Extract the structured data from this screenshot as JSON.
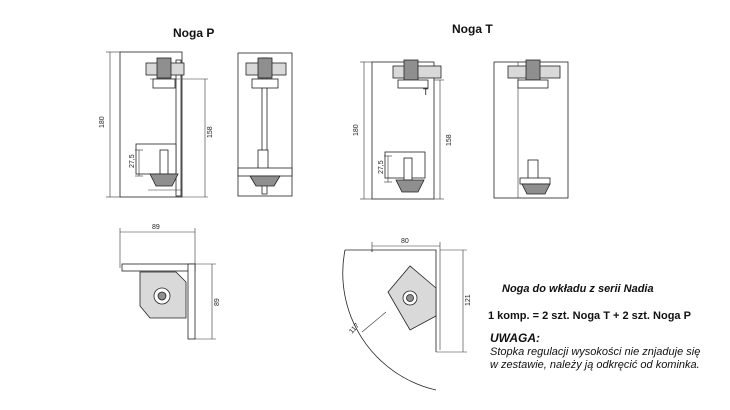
{
  "titles": {
    "noga_p": "Noga P",
    "noga_t": "Noga T"
  },
  "dimensions": {
    "p_height": "180",
    "p_inner": "158",
    "p_foot": "27,5",
    "t_height": "180",
    "t_inner": "158",
    "t_foot": "27,5",
    "p_top_width": "89",
    "p_top_depth": "89",
    "t_top_width": "80",
    "t_top_depth": "121",
    "t_radius": "117"
  },
  "labels": {
    "t_mark": "T"
  },
  "notes": {
    "heading": "Noga do wkładu z serii Nadia",
    "composition": "1 komp. = 2 szt. Noga T + 2 szt. Noga P",
    "warning_title": "UWAGA:",
    "warning_line1": "Stopka regulacji wysokości nie znjaduje się",
    "warning_line2": "w zestawie, należy ją odkręcić od kominka."
  }
}
